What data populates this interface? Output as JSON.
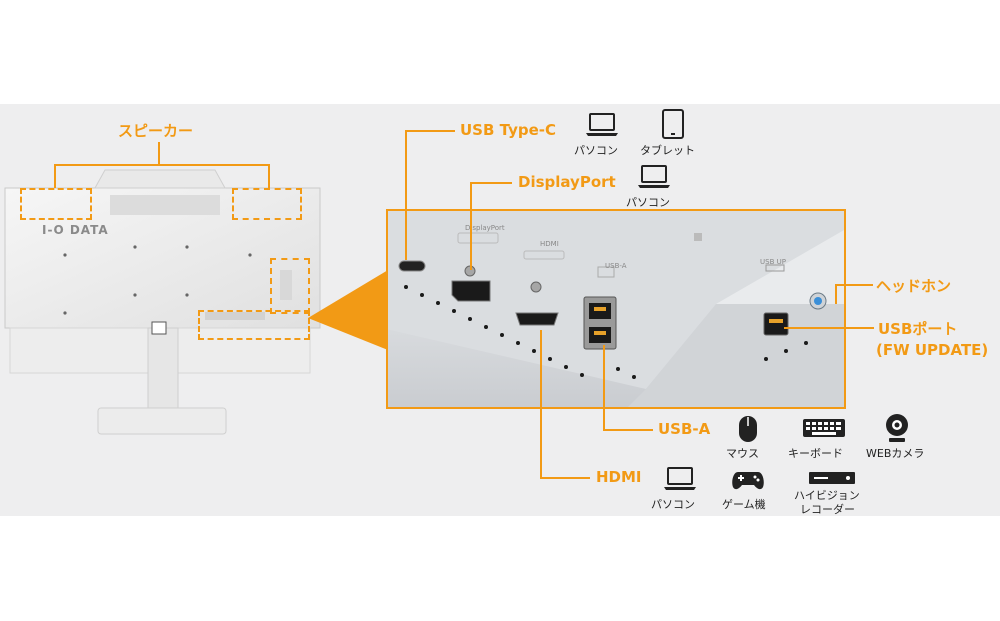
{
  "brand": "I-O DATA",
  "callouts": {
    "speaker": "スピーカー",
    "usb_type_c": "USB Type-C",
    "displayport": "DisplayPort",
    "headphone": "ヘッドホン",
    "usb_port": "USBポート",
    "fw_update": "(FW UPDATE)",
    "usb_a": "USB-A",
    "hdmi": "HDMI"
  },
  "port_labels": {
    "displayport": "DisplayPort",
    "hdmi": "HDMI",
    "usb_a": "USB-A",
    "usb_up": "USB UP"
  },
  "devices": {
    "usb_type_c": [
      "パソコン",
      "タブレット"
    ],
    "displayport": [
      "パソコン"
    ],
    "usb_a": [
      "マウス",
      "キーボード",
      "WEBカメラ"
    ],
    "hdmi": [
      "パソコン",
      "ゲーム機",
      "ハイビジョン",
      "レコーダー"
    ]
  },
  "colors": {
    "accent": "#f29a15",
    "band": "#eeeeef",
    "panel": "#e4e6e8"
  }
}
